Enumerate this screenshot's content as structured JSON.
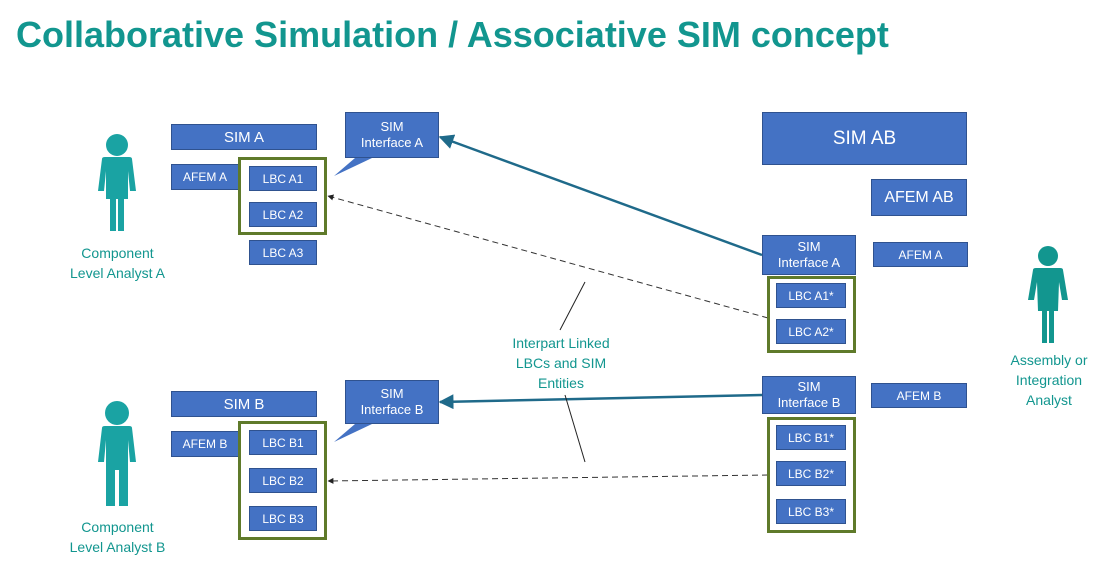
{
  "title": "Collaborative Simulation / Associative SIM concept",
  "colors": {
    "box": "#4472c4",
    "title": "#12968f",
    "frame": "#5f7a2a",
    "person": "#1aa3a3",
    "arrow": "#1f6a8a"
  },
  "left_a": {
    "sim": "SIM A",
    "afem": "AFEM A",
    "lbcs": [
      "LBC A1",
      "LBC A2",
      "LBC A3"
    ],
    "callout": [
      "SIM",
      "Interface A"
    ],
    "analyst": [
      "Component",
      "Level Analyst A"
    ]
  },
  "left_b": {
    "sim": "SIM B",
    "afem": "AFEM B",
    "lbcs": [
      "LBC B1",
      "LBC B2",
      "LBC B3"
    ],
    "callout": [
      "SIM",
      "Interface B"
    ],
    "analyst": [
      "Component",
      "Level Analyst B"
    ]
  },
  "right": {
    "sim_ab": "SIM AB",
    "afem_ab": "AFEM AB",
    "sim_interface_a": [
      "SIM",
      "Interface A"
    ],
    "afem_a": "AFEM A",
    "lbcs_a": [
      "LBC A1*",
      "LBC A2*"
    ],
    "sim_interface_b": [
      "SIM",
      "Interface B"
    ],
    "afem_b": "AFEM B",
    "lbcs_b": [
      "LBC B1*",
      "LBC B2*",
      "LBC B3*"
    ],
    "analyst": [
      "Assembly or",
      "Integration",
      "Analyst"
    ]
  },
  "center_label": [
    "Interpart Linked",
    "LBCs and SIM",
    "Entities"
  ],
  "icons": {
    "person": "person-icon"
  }
}
